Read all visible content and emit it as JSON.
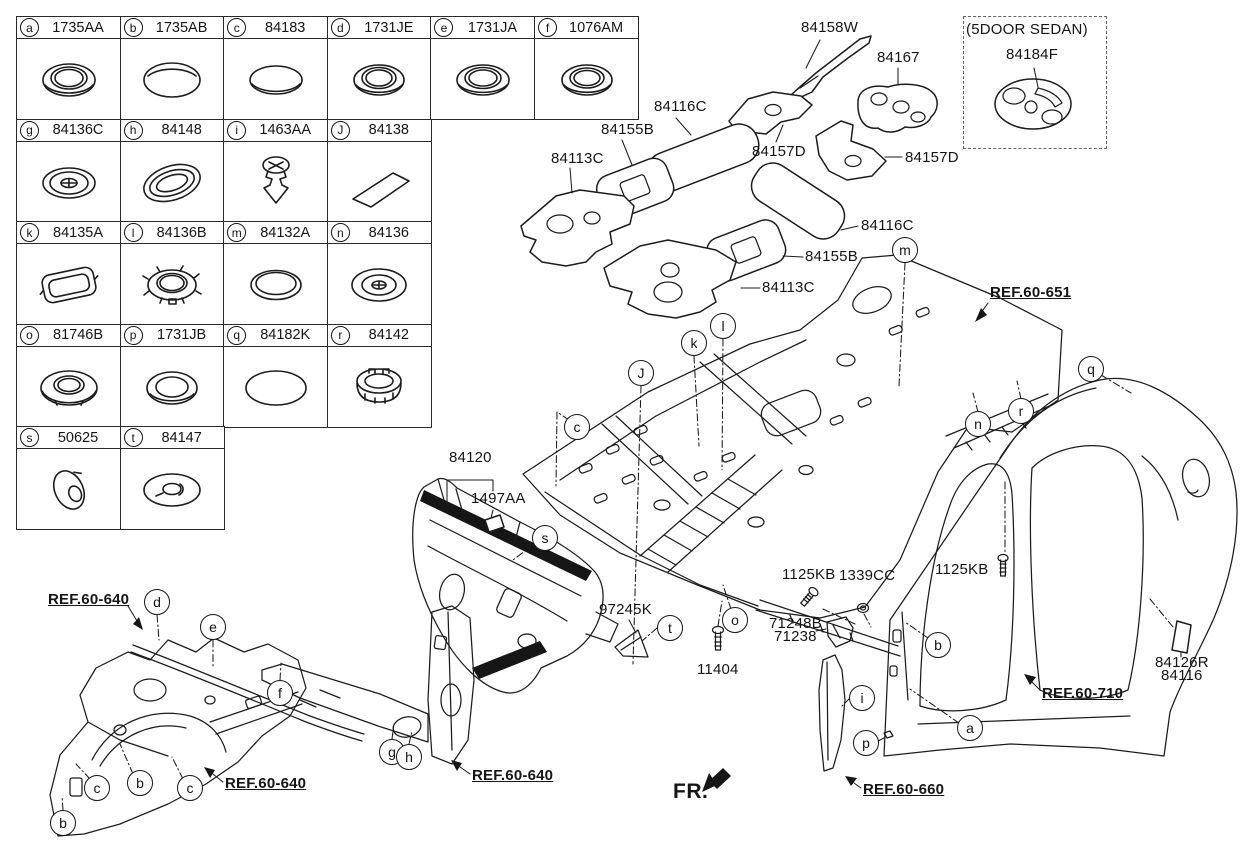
{
  "parts_grid": {
    "cells": [
      {
        "letter": "a",
        "code": "1735AA"
      },
      {
        "letter": "b",
        "code": "1735AB"
      },
      {
        "letter": "c",
        "code": "84183"
      },
      {
        "letter": "d",
        "code": "1731JE"
      },
      {
        "letter": "e",
        "code": "1731JA"
      },
      {
        "letter": "f",
        "code": "1076AM"
      },
      {
        "letter": "g",
        "code": "84136C"
      },
      {
        "letter": "h",
        "code": "84148"
      },
      {
        "letter": "i",
        "code": "1463AA"
      },
      {
        "letter": "J",
        "code": "84138"
      },
      {
        "letter": "k",
        "code": "84135A"
      },
      {
        "letter": "l",
        "code": "84136B"
      },
      {
        "letter": "m",
        "code": "84132A"
      },
      {
        "letter": "n",
        "code": "84136"
      },
      {
        "letter": "o",
        "code": "81746B"
      },
      {
        "letter": "p",
        "code": "1731JB"
      },
      {
        "letter": "q",
        "code": "84182K"
      },
      {
        "letter": "r",
        "code": "84142"
      },
      {
        "letter": "s",
        "code": "50625"
      },
      {
        "letter": "t",
        "code": "84147"
      }
    ]
  },
  "callouts": {
    "a": "a",
    "b": "b",
    "c": "c",
    "d": "d",
    "e": "e",
    "f": "f",
    "g": "g",
    "h": "h",
    "i": "i",
    "J": "J",
    "k": "k",
    "l": "l",
    "m": "m",
    "n": "n",
    "o": "o",
    "p": "p",
    "q": "q",
    "r": "r",
    "s": "s",
    "t": "t"
  },
  "labels": {
    "pad_84158W": "84158W",
    "pad_84167": "84167",
    "sedan_variant": "(5DOOR SEDAN)",
    "pad_84184F": "84184F",
    "pad_84116C": "84116C",
    "pad_84155B": "84155B",
    "pad_84113C": "84113C",
    "pad_84157D": "84157D",
    "dash_84120": "84120",
    "pad_1497AA": "1497AA",
    "pad_97245K": "97245K",
    "bolt_11404": "11404",
    "bolt_1125KB": "1125KB",
    "nut_1339CC": "1339CC",
    "bracket_71248B": "71248B",
    "bracket_71238": "71238",
    "pad_84126R": "84126R",
    "pad_84116": "84116",
    "fr": "FR."
  },
  "refs": {
    "ref_651": "REF.60-651",
    "ref_640": "REF.60-640",
    "ref_710": "REF.60-710",
    "ref_660": "REF.60-660"
  }
}
